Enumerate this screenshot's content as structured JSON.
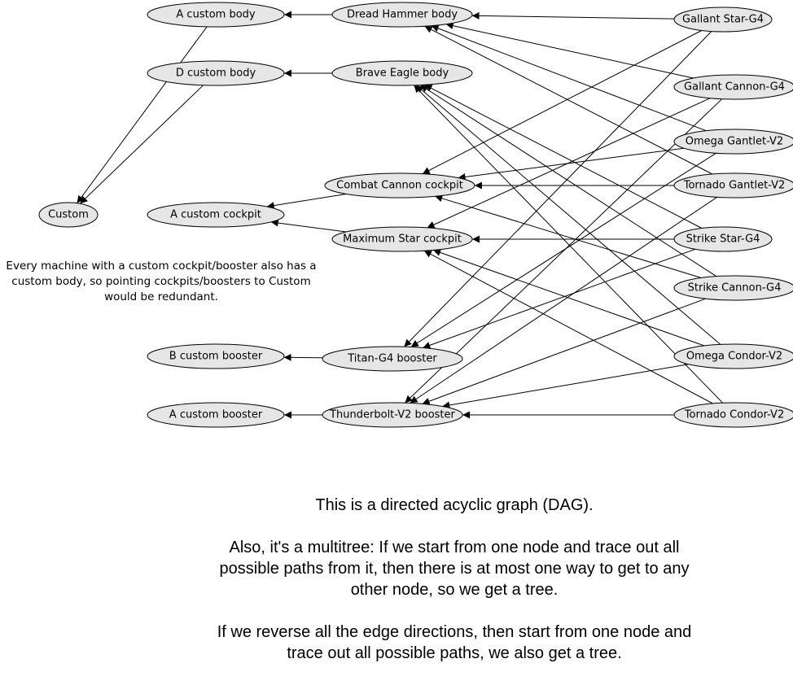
{
  "nodes": {
    "a_body": "A custom body",
    "d_body": "D custom body",
    "custom": "Custom",
    "a_cockpit": "A custom cockpit",
    "b_booster": "B custom booster",
    "a_booster": "A custom booster",
    "dread_hammer": "Dread Hammer body",
    "brave_eagle": "Brave Eagle body",
    "combat_cannon": "Combat Cannon cockpit",
    "maximum_star": "Maximum Star cockpit",
    "titan": "Titan-G4 booster",
    "thunderbolt": "Thunderbolt-V2 booster",
    "gallant_star": "Gallant Star-G4",
    "gallant_cannon": "Gallant Cannon-G4",
    "omega_gantlet": "Omega Gantlet-V2",
    "tornado_gantlet": "Tornado Gantlet-V2",
    "strike_star": "Strike Star-G4",
    "strike_cannon": "Strike Cannon-G4",
    "omega_condor": "Omega Condor-V2",
    "tornado_condor": "Tornado Condor-V2"
  },
  "edges": [
    [
      "dread_hammer",
      "a_body"
    ],
    [
      "brave_eagle",
      "d_body"
    ],
    [
      "a_body",
      "custom"
    ],
    [
      "d_body",
      "custom"
    ],
    [
      "combat_cannon",
      "a_cockpit"
    ],
    [
      "maximum_star",
      "a_cockpit"
    ],
    [
      "titan",
      "b_booster"
    ],
    [
      "thunderbolt",
      "a_booster"
    ],
    [
      "gallant_star",
      "dread_hammer"
    ],
    [
      "gallant_cannon",
      "dread_hammer"
    ],
    [
      "omega_gantlet",
      "dread_hammer"
    ],
    [
      "tornado_gantlet",
      "dread_hammer"
    ],
    [
      "gallant_star",
      "combat_cannon"
    ],
    [
      "gallant_star",
      "titan"
    ],
    [
      "gallant_cannon",
      "maximum_star"
    ],
    [
      "gallant_cannon",
      "thunderbolt"
    ],
    [
      "omega_gantlet",
      "combat_cannon"
    ],
    [
      "omega_gantlet",
      "titan"
    ],
    [
      "tornado_gantlet",
      "combat_cannon"
    ],
    [
      "tornado_gantlet",
      "thunderbolt"
    ],
    [
      "strike_star",
      "brave_eagle"
    ],
    [
      "strike_star",
      "maximum_star"
    ],
    [
      "strike_star",
      "titan"
    ],
    [
      "strike_cannon",
      "brave_eagle"
    ],
    [
      "strike_cannon",
      "combat_cannon"
    ],
    [
      "strike_cannon",
      "thunderbolt"
    ],
    [
      "omega_condor",
      "brave_eagle"
    ],
    [
      "omega_condor",
      "maximum_star"
    ],
    [
      "omega_condor",
      "thunderbolt"
    ],
    [
      "tornado_condor",
      "brave_eagle"
    ],
    [
      "tornado_condor",
      "maximum_star"
    ],
    [
      "tornado_condor",
      "thunderbolt"
    ]
  ],
  "side_note": "Every machine with a custom cockpit/booster also has a custom body, so pointing cockpits/boosters to Custom would be redundant.",
  "bottom_note": {
    "paragraph_1": "This is a directed acyclic graph (DAG).",
    "paragraph_2": "Also, it's a multitree: If we start from one node and trace out all possible paths from it, then there is at most one way to get to any other node, so we get a tree.",
    "paragraph_3": "If we reverse all the edge directions, then start from one node and trace out all possible paths, we also get a tree."
  }
}
